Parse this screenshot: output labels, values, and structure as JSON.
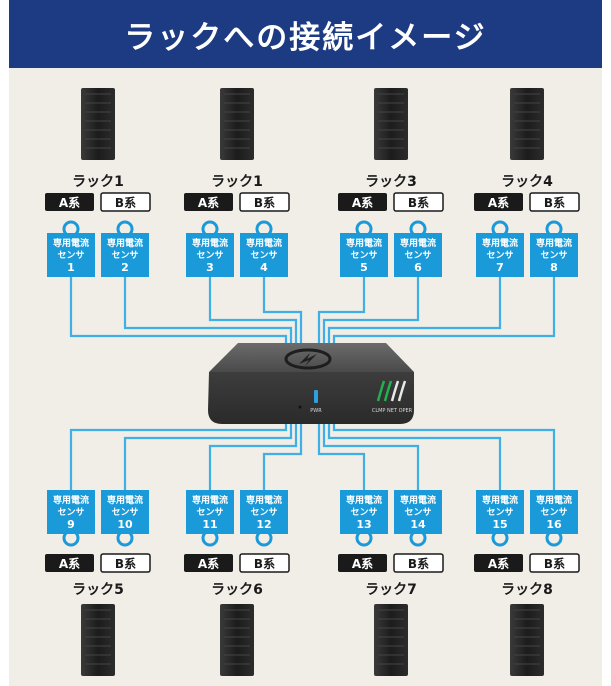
{
  "title": "ラックへの接続イメージ",
  "sensor_label_line1": "専用電流",
  "sensor_label_line2": "センサ",
  "badge_a": "A系",
  "badge_b": "B系",
  "racks_top": [
    {
      "name": "ラック1",
      "sensors": [
        "1",
        "2"
      ]
    },
    {
      "name": "ラック1",
      "sensors": [
        "3",
        "4"
      ]
    },
    {
      "name": "ラック3",
      "sensors": [
        "5",
        "6"
      ]
    },
    {
      "name": "ラック4",
      "sensors": [
        "7",
        "8"
      ]
    }
  ],
  "racks_bottom": [
    {
      "name": "ラック5",
      "sensors": [
        "9",
        "10"
      ]
    },
    {
      "name": "ラック6",
      "sensors": [
        "11",
        "12"
      ]
    },
    {
      "name": "ラック7",
      "sensors": [
        "13",
        "14"
      ]
    },
    {
      "name": "ラック8",
      "sensors": [
        "15",
        "16"
      ]
    }
  ],
  "device": {
    "pwr_label": "PWR",
    "status_label": "CLMP NET OPER"
  },
  "colors": {
    "header_bg": "#1d3b83",
    "panel_bg": "#f1ede7",
    "sensor_blue": "#1a9ad9",
    "cable_blue": "#3fb0e6",
    "badge_black": "#1a1a1a"
  }
}
